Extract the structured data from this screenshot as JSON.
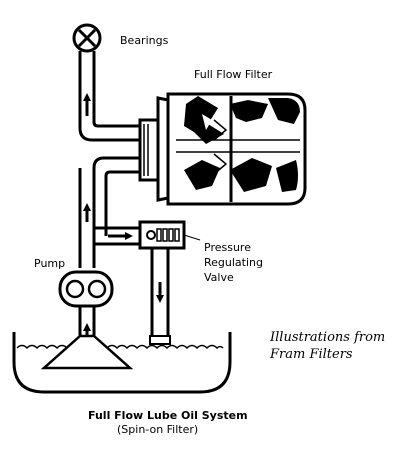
{
  "labels": {
    "bearings": "Bearings",
    "full_flow_filter": "Full Flow Filter",
    "pump": "Pump",
    "pressure_regulating_valve": [
      "Pressure",
      "Regulating",
      "Valve"
    ]
  },
  "credit": [
    "Illustrations from",
    "Fram Filters"
  ],
  "caption": {
    "title": "Full Flow Lube Oil System",
    "subtitle": "(Spin-on Filter)"
  }
}
